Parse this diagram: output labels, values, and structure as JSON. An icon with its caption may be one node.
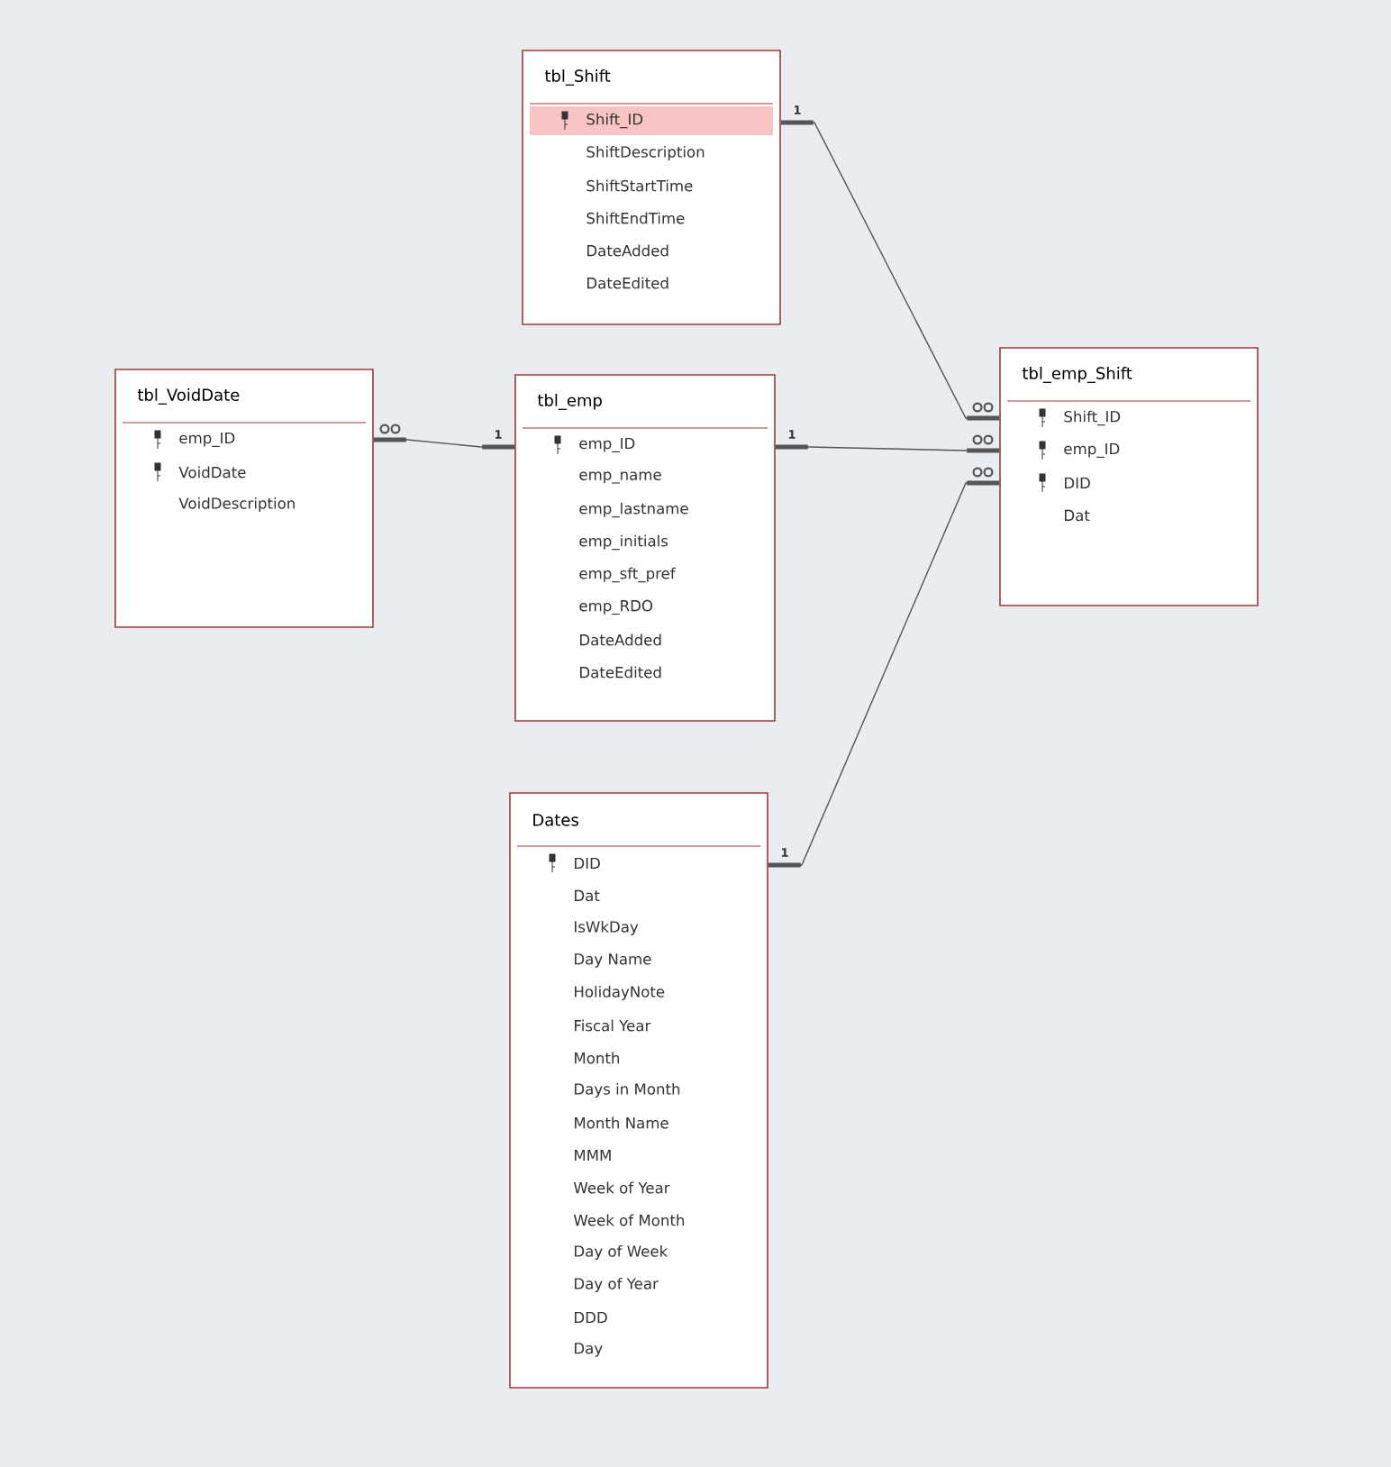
{
  "diagram": {
    "nodes": [
      {
        "text": [
          "tbl_Shift",
          "Shift_ID",
          "ShiftDescription",
          "ShiftStartTime",
          "ShiftEndTime",
          "DateAdded",
          "DateEdited"
        ]
      },
      {
        "text": [
          "tbl_VoidDate",
          "emp_ID",
          "VoidDate",
          "VoidDescription"
        ]
      },
      {
        "text": [
          "tbl_emp",
          "emp_ID",
          "emp_name",
          "emp_lastname",
          "emp_initials",
          "emp_sft_pref",
          "emp_RDO",
          "DateAdded",
          "DateEdited"
        ]
      },
      {
        "text": [
          "tbl_emp_Shift",
          "Shift_ID",
          "emp_ID",
          "DID",
          "Dat"
        ]
      },
      {
        "text": [
          "Dates",
          "DID",
          "Dat",
          "IsWkDay",
          "Day Name",
          "HolidayNote",
          "Fiscal Year",
          "Month",
          "Days in Month",
          "Month Name",
          "MMM",
          "Week of Year",
          "Week of Month",
          "Day of Week",
          "Day of Year",
          "DDD",
          "Day"
        ]
      }
    ],
    "edges": [
      {
        "from": 0,
        "to": 3,
        "arrow": "other",
        "label": "1"
      },
      {
        "from": 2,
        "to": 1,
        "arrow": "other",
        "label": "1"
      },
      {
        "from": 2,
        "to": 3,
        "arrow": "other",
        "label": "1"
      },
      {
        "from": 4,
        "to": 3,
        "arrow": "other",
        "label": "1"
      }
    ]
  }
}
